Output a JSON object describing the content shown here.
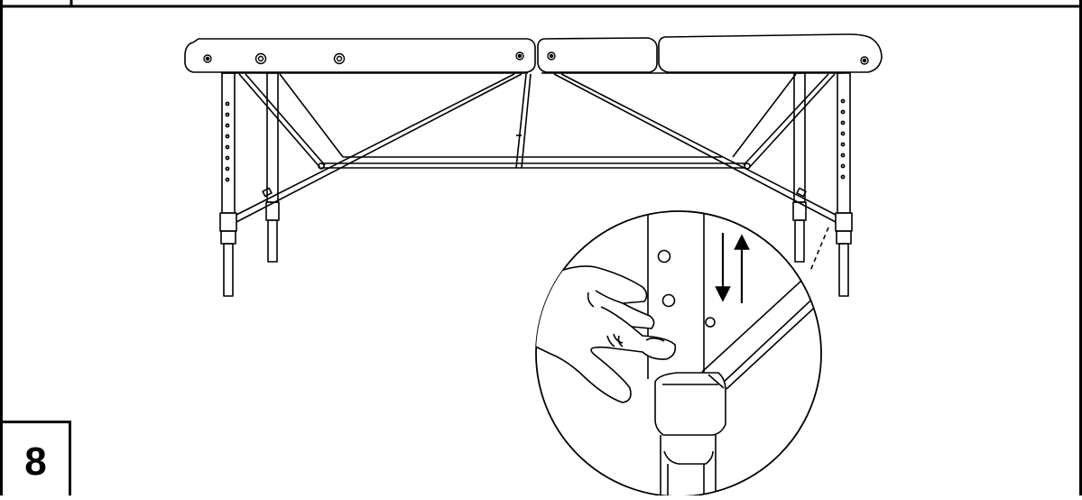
{
  "step": {
    "number": "8"
  },
  "illustration": {
    "subject": "massage-table-side-view",
    "callout": "leg-height-adjustment-detail",
    "arrows": [
      "down",
      "up"
    ],
    "colors": {
      "stroke": "#000000",
      "background": "#ffffff"
    }
  }
}
